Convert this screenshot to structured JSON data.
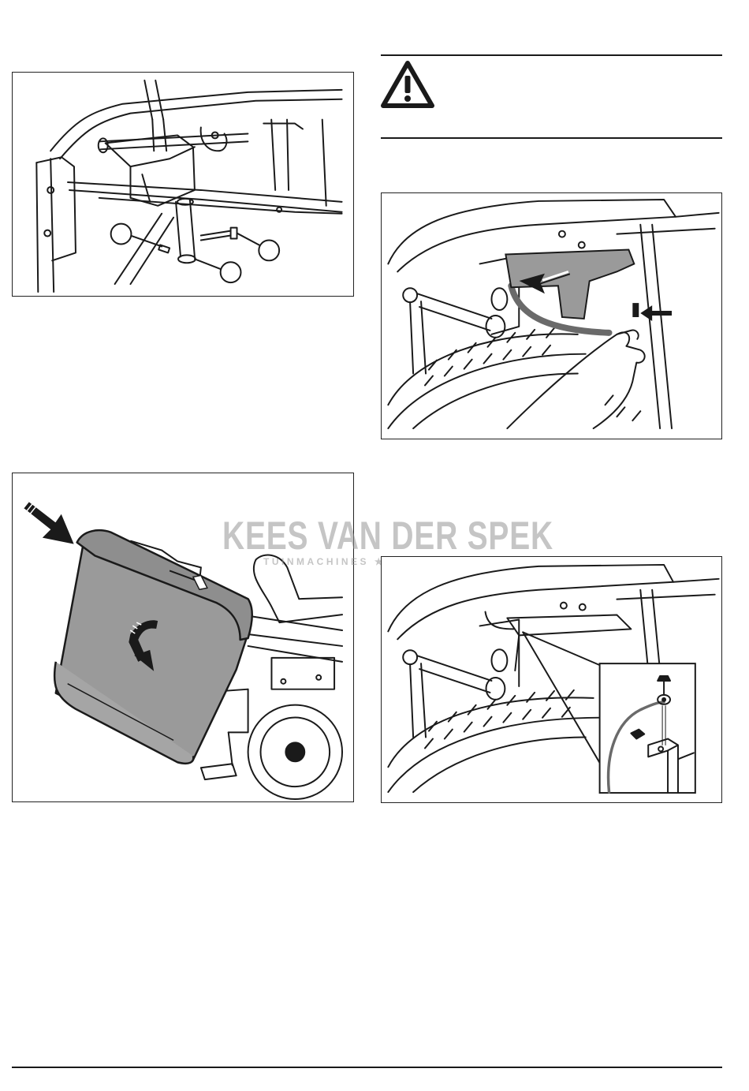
{
  "watermark": {
    "main": "KEES VAN DER SPEK",
    "sub": "TUINMACHINES ★ STOLWIJK"
  },
  "warning": {
    "icon": "warning-triangle-icon"
  },
  "figures": [
    {
      "id": "steering-bracket-assembly",
      "callouts": [
        "",
        "",
        ""
      ]
    },
    {
      "id": "grass-collector-install"
    },
    {
      "id": "battery-cover-removal"
    },
    {
      "id": "ground-cable-connection"
    }
  ],
  "colors": {
    "line": "#1a1a1a",
    "fill_gray": "#9a9a9a",
    "watermark": "#969696"
  }
}
